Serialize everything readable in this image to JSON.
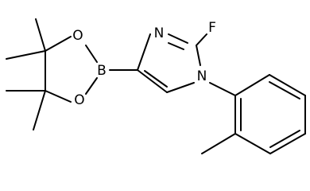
{
  "molecule": {
    "atoms": {
      "N3": "N",
      "N1": "N",
      "F": "F",
      "B": "B",
      "O_top": "O",
      "O_bottom": "O"
    }
  }
}
